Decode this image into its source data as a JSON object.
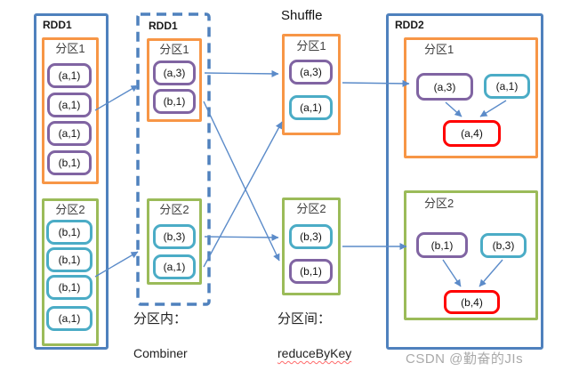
{
  "colors": {
    "rdd_border_blue": "#4F81BD",
    "partition_orange": "#F79646",
    "partition_green": "#9BBB59",
    "item_purple": "#8064A2",
    "item_cyan": "#4BACC6",
    "result_red": "#FF0000",
    "arrow_blue": "#5B8BC9",
    "watermark_gray": "#A9A9A9"
  },
  "stages": {
    "rdd1": {
      "title": "RDD1",
      "partition1": {
        "label": "分区1",
        "items": [
          "(a,1)",
          "(a,1)",
          "(a,1)",
          "(b,1)"
        ]
      },
      "partition2": {
        "label": "分区2",
        "items": [
          "(b,1)",
          "(b,1)",
          "(b,1)",
          "(a,1)"
        ]
      }
    },
    "combiner": {
      "title": "RDD1",
      "partition1": {
        "label": "分区1",
        "items": [
          "(a,3)",
          "(b,1)"
        ]
      },
      "partition2": {
        "label": "分区2",
        "items": [
          "(b,3)",
          "(a,1)"
        ]
      },
      "caption_scope": "分区内：",
      "caption_op": "Combiner"
    },
    "shuffle": {
      "title": "Shuffle",
      "partition1": {
        "label": "分区1",
        "items": [
          "(a,3)",
          "(a,1)"
        ]
      },
      "partition2": {
        "label": "分区2",
        "items": [
          "(b,3)",
          "(b,1)"
        ]
      },
      "caption_scope": "分区间：",
      "caption_op": "reduceByKey"
    },
    "rdd2": {
      "title": "RDD2",
      "partition1": {
        "label": "分区1",
        "inputs": [
          "(a,3)",
          "(a,1)"
        ],
        "result": "(a,4)"
      },
      "partition2": {
        "label": "分区2",
        "inputs": [
          "(b,1)",
          "(b,3)"
        ],
        "result": "(b,4)"
      }
    }
  },
  "watermark": "CSDN @勤奋的JIs"
}
